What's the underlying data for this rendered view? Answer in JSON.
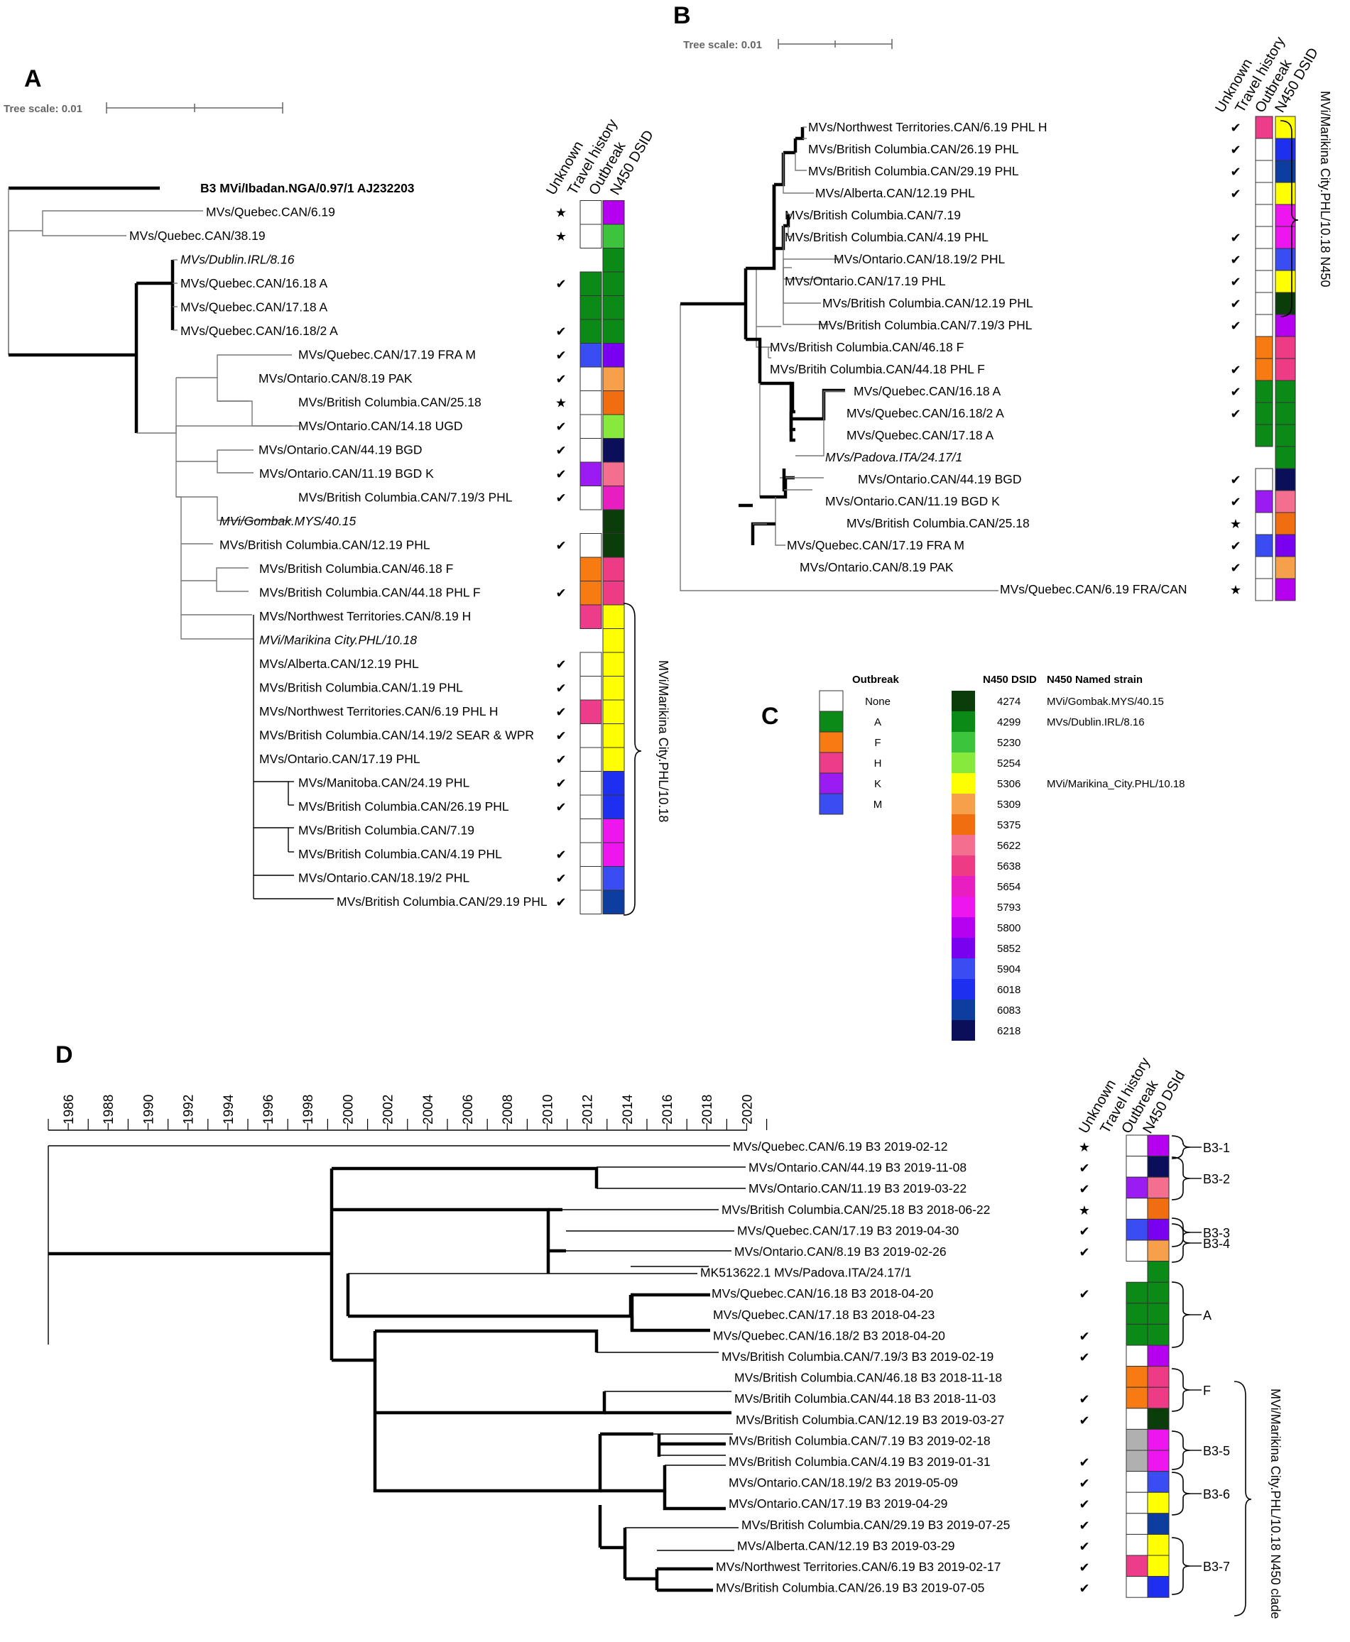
{
  "colors": {
    "none": "#ffffff",
    "A": "#0b8a17",
    "F": "#f77a12",
    "H": "#ec3c8a",
    "K": "#9b1cf2",
    "M": "#3a4df2",
    "grey": "#b0b0b0",
    "d4274": "#0a3d0a",
    "d4299": "#0b8a17",
    "d5230": "#3cc43c",
    "d5254": "#86e93c",
    "d5306": "#ffff00",
    "d5309": "#f6a04b",
    "d5375": "#f06d10",
    "d5622": "#f46f8f",
    "d5638": "#ee3b86",
    "d5654": "#e81ec0",
    "d5793": "#ee16ee",
    "d5800": "#b600f0",
    "d5852": "#7a00f0",
    "d5904": "#3a4df2",
    "d6018": "#1f2ff0",
    "d6083": "#0d3d9f",
    "d6218": "#0b0f5a"
  },
  "panelA": {
    "letter": "A",
    "scale_label": "Tree scale: 0.01",
    "col_headers": [
      "Unknown",
      "Travel history",
      "Outbreak",
      "N450 DSID"
    ],
    "clade_label": "MVi/Marikina City.PHL/10.18",
    "leaves": [
      {
        "label": "B3 MVi/Ibadan.NGA/0.97/1 AJ232203",
        "bold": true,
        "mark": "",
        "outbreak": "",
        "dsid": ""
      },
      {
        "label": "MVs/Quebec.CAN/6.19",
        "mark": "star",
        "outbreak": "none",
        "dsid": "d5800"
      },
      {
        "label": "MVs/Quebec.CAN/38.19",
        "mark": "star",
        "outbreak": "none",
        "dsid": "d5230"
      },
      {
        "label": "MVs/Dublin.IRL/8.16",
        "italic": true,
        "mark": "",
        "outbreak": "",
        "dsid": "d4299"
      },
      {
        "label": "MVs/Quebec.CAN/16.18 A",
        "mark": "check",
        "outbreak": "A",
        "dsid": "d4299"
      },
      {
        "label": "MVs/Quebec.CAN/17.18 A",
        "mark": "",
        "outbreak": "A",
        "dsid": "d4299"
      },
      {
        "label": "MVs/Quebec.CAN/16.18/2 A",
        "mark": "check",
        "outbreak": "A",
        "dsid": "d4299"
      },
      {
        "label": "MVs/Quebec.CAN/17.19 FRA M",
        "mark": "check",
        "outbreak": "M",
        "dsid": "d5852"
      },
      {
        "label": "MVs/Ontario.CAN/8.19 PAK",
        "mark": "check",
        "outbreak": "none",
        "dsid": "d5309"
      },
      {
        "label": "MVs/British Columbia.CAN/25.18",
        "mark": "star",
        "outbreak": "none",
        "dsid": "d5375"
      },
      {
        "label": "MVs/Ontario.CAN/14.18 UGD",
        "mark": "check",
        "outbreak": "none",
        "dsid": "d5254"
      },
      {
        "label": "MVs/Ontario.CAN/44.19 BGD",
        "mark": "check",
        "outbreak": "none",
        "dsid": "d6218"
      },
      {
        "label": "MVs/Ontario.CAN/11.19 BGD K",
        "mark": "check",
        "outbreak": "K",
        "dsid": "d5622"
      },
      {
        "label": "MVs/British Columbia.CAN/7.19/3 PHL",
        "mark": "check",
        "outbreak": "none",
        "dsid": "d5654"
      },
      {
        "label": "MVi/Gombak.MYS/40.15",
        "italic": true,
        "mark": "",
        "outbreak": "",
        "dsid": "d4274"
      },
      {
        "label": "MVs/British Columbia.CAN/12.19 PHL",
        "mark": "check",
        "outbreak": "none",
        "dsid": "d4274"
      },
      {
        "label": "MVs/British Columbia.CAN/46.18 F",
        "mark": "",
        "outbreak": "F",
        "dsid": "d5638"
      },
      {
        "label": "MVs/British Columbia.CAN/44.18 PHL F",
        "mark": "check",
        "outbreak": "F",
        "dsid": "d5638"
      },
      {
        "label": "MVs/Northwest Territories.CAN/8.19 H",
        "mark": "",
        "outbreak": "H",
        "dsid": "d5306"
      },
      {
        "label": "MVi/Marikina City.PHL/10.18",
        "italic": true,
        "mark": "",
        "outbreak": "",
        "dsid": "d5306"
      },
      {
        "label": "MVs/Alberta.CAN/12.19 PHL",
        "mark": "check",
        "outbreak": "none",
        "dsid": "d5306"
      },
      {
        "label": "MVs/British Columbia.CAN/1.19 PHL",
        "mark": "check",
        "outbreak": "none",
        "dsid": "d5306"
      },
      {
        "label": "MVs/Northwest Territories.CAN/6.19 PHL H",
        "mark": "check",
        "outbreak": "H",
        "dsid": "d5306"
      },
      {
        "label": "MVs/British Columbia.CAN/14.19/2 SEAR & WPR",
        "mark": "check",
        "outbreak": "none",
        "dsid": "d5306"
      },
      {
        "label": "MVs/Ontario.CAN/17.19 PHL",
        "mark": "check",
        "outbreak": "none",
        "dsid": "d5306"
      },
      {
        "label": "MVs/Manitoba.CAN/24.19 PHL",
        "mark": "check",
        "outbreak": "none",
        "dsid": "d6018"
      },
      {
        "label": "MVs/British Columbia.CAN/26.19 PHL",
        "mark": "check",
        "outbreak": "none",
        "dsid": "d6018"
      },
      {
        "label": "MVs/British Columbia.CAN/7.19",
        "mark": "",
        "outbreak": "none",
        "dsid": "d5793"
      },
      {
        "label": "MVs/British Columbia.CAN/4.19 PHL",
        "mark": "check",
        "outbreak": "none",
        "dsid": "d5793"
      },
      {
        "label": "MVs/Ontario.CAN/18.19/2 PHL",
        "mark": "check",
        "outbreak": "none",
        "dsid": "d5904"
      },
      {
        "label": "MVs/British Columbia.CAN/29.19 PHL",
        "mark": "check",
        "outbreak": "none",
        "dsid": "d6083"
      }
    ]
  },
  "panelB": {
    "letter": "B",
    "scale_label": "Tree scale: 0.01",
    "col_headers": [
      "Unknown",
      "Travel history",
      "Outbreak",
      "N450 DSID"
    ],
    "clade_label": "MVi/Marikina City.PHL/10.18 N450",
    "leaves": [
      {
        "label": "MVs/Northwest Territories.CAN/6.19 PHL H",
        "mark": "check",
        "outbreak": "H",
        "dsid": "d5306"
      },
      {
        "label": "MVs/British Columbia.CAN/26.19 PHL",
        "mark": "check",
        "outbreak": "none",
        "dsid": "d6018"
      },
      {
        "label": "MVs/British Columbia.CAN/29.19 PHL",
        "mark": "check",
        "outbreak": "none",
        "dsid": "d6083"
      },
      {
        "label": "MVs/Alberta.CAN/12.19 PHL",
        "mark": "check",
        "outbreak": "none",
        "dsid": "d5306"
      },
      {
        "label": "MVs/British Columbia.CAN/7.19",
        "mark": "",
        "outbreak": "none",
        "dsid": "d5793"
      },
      {
        "label": "MVs/British Columbia.CAN/4.19 PHL",
        "mark": "check",
        "outbreak": "none",
        "dsid": "d5793"
      },
      {
        "label": "MVs/Ontario.CAN/18.19/2 PHL",
        "mark": "check",
        "outbreak": "none",
        "dsid": "d5904"
      },
      {
        "label": "MVs/Ontario.CAN/17.19 PHL",
        "mark": "check",
        "outbreak": "none",
        "dsid": "d5306"
      },
      {
        "label": "MVs/British Columbia.CAN/12.19 PHL",
        "mark": "check",
        "outbreak": "none",
        "dsid": "d4274"
      },
      {
        "label": "MVs/British Columbia.CAN/7.19/3 PHL",
        "mark": "check",
        "outbreak": "none",
        "dsid": "d5800"
      },
      {
        "label": "MVs/British Columbia.CAN/46.18 F",
        "mark": "",
        "outbreak": "F",
        "dsid": "d5638"
      },
      {
        "label": "MVs/Britih Columbia.CAN/44.18 PHL F",
        "mark": "check",
        "outbreak": "F",
        "dsid": "d5638"
      },
      {
        "label": "MVs/Quebec.CAN/16.18 A",
        "mark": "check",
        "outbreak": "A",
        "dsid": "d4299"
      },
      {
        "label": "MVs/Quebec.CAN/16.18/2 A",
        "mark": "check",
        "outbreak": "A",
        "dsid": "d4299"
      },
      {
        "label": "MVs/Quebec.CAN/17.18 A",
        "mark": "",
        "outbreak": "A",
        "dsid": "d4299"
      },
      {
        "label": "MVs/Padova.ITA/24.17/1",
        "italic": true,
        "mark": "",
        "outbreak": "",
        "dsid": "d4299"
      },
      {
        "label": "MVs/Ontario.CAN/44.19 BGD",
        "mark": "check",
        "outbreak": "none",
        "dsid": "d6218"
      },
      {
        "label": "MVs/Ontario.CAN/11.19 BGD K",
        "mark": "check",
        "outbreak": "K",
        "dsid": "d5622"
      },
      {
        "label": "MVs/British Columbia.CAN/25.18",
        "mark": "star",
        "outbreak": "none",
        "dsid": "d5375"
      },
      {
        "label": "MVs/Quebec.CAN/17.19 FRA M",
        "mark": "check",
        "outbreak": "M",
        "dsid": "d5852"
      },
      {
        "label": "MVs/Ontario.CAN/8.19 PAK",
        "mark": "check",
        "outbreak": "none",
        "dsid": "d5309"
      },
      {
        "label": "MVs/Quebec.CAN/6.19 FRA/CAN",
        "mark": "star",
        "outbreak": "none",
        "dsid": "d5800"
      }
    ]
  },
  "panelC": {
    "letter": "C",
    "outbreak_header": "Outbreak",
    "dsid_header": "N450 DSID",
    "strain_header": "N450 Named strain",
    "outbreaks": [
      {
        "label": "None",
        "color": "none"
      },
      {
        "label": "A",
        "color": "A"
      },
      {
        "label": "F",
        "color": "F"
      },
      {
        "label": "H",
        "color": "H"
      },
      {
        "label": "K",
        "color": "K"
      },
      {
        "label": "M",
        "color": "M"
      }
    ],
    "dsids": [
      {
        "id": "4274",
        "color": "d4274",
        "strain": "MVi/Gombak.MYS/40.15"
      },
      {
        "id": "4299",
        "color": "d4299",
        "strain": "MVs/Dublin.IRL/8.16"
      },
      {
        "id": "5230",
        "color": "d5230",
        "strain": ""
      },
      {
        "id": "5254",
        "color": "d5254",
        "strain": ""
      },
      {
        "id": "5306",
        "color": "d5306",
        "strain": "MVi/Marikina_City.PHL/10.18"
      },
      {
        "id": "5309",
        "color": "d5309",
        "strain": ""
      },
      {
        "id": "5375",
        "color": "d5375",
        "strain": ""
      },
      {
        "id": "5622",
        "color": "d5622",
        "strain": ""
      },
      {
        "id": "5638",
        "color": "d5638",
        "strain": ""
      },
      {
        "id": "5654",
        "color": "d5654",
        "strain": ""
      },
      {
        "id": "5793",
        "color": "d5793",
        "strain": ""
      },
      {
        "id": "5800",
        "color": "d5800",
        "strain": ""
      },
      {
        "id": "5852",
        "color": "d5852",
        "strain": ""
      },
      {
        "id": "5904",
        "color": "d5904",
        "strain": ""
      },
      {
        "id": "6018",
        "color": "d6018",
        "strain": ""
      },
      {
        "id": "6083",
        "color": "d6083",
        "strain": ""
      },
      {
        "id": "6218",
        "color": "d6218",
        "strain": ""
      }
    ]
  },
  "panelD": {
    "letter": "D",
    "axis_years": [
      "1986",
      "1988",
      "1990",
      "1992",
      "1994",
      "1996",
      "1998",
      "2000",
      "2002",
      "2004",
      "2006",
      "2008",
      "2010",
      "2012",
      "2014",
      "2016",
      "2018",
      "2020"
    ],
    "col_headers": [
      "Unknown",
      "Travel history",
      "Outbreak",
      "N450 DSId"
    ],
    "clade_label": "MVi/Marikina City.PHL/10.18 N450 clade",
    "groups": [
      "B3-1",
      "B3-2",
      "B3-3",
      "B3-4",
      "A",
      "F",
      "B3-5",
      "B3-6",
      "B3-7"
    ],
    "leaves": [
      {
        "label": "MVs/Quebec.CAN/6.19 B3 2019-02-12",
        "mark": "star",
        "outbreak": "none",
        "dsid": "d5800"
      },
      {
        "label": "MVs/Ontario.CAN/44.19 B3 2019-11-08",
        "mark": "check",
        "outbreak": "none",
        "dsid": "d6218"
      },
      {
        "label": "MVs/Ontario.CAN/11.19 B3 2019-03-22",
        "mark": "check",
        "outbreak": "K",
        "dsid": "d5622"
      },
      {
        "label": "MVs/British Columbia.CAN/25.18 B3 2018-06-22",
        "mark": "star",
        "outbreak": "none",
        "dsid": "d5375"
      },
      {
        "label": "MVs/Quebec.CAN/17.19 B3 2019-04-30",
        "mark": "check",
        "outbreak": "M",
        "dsid": "d5852"
      },
      {
        "label": "MVs/Ontario.CAN/8.19 B3 2019-02-26",
        "mark": "check",
        "outbreak": "none",
        "dsid": "d5309"
      },
      {
        "label": "MK513622.1 MVs/Padova.ITA/24.17/1",
        "mark": "",
        "outbreak": "",
        "dsid": "d4299"
      },
      {
        "label": "MVs/Quebec.CAN/16.18 B3 2018-04-20",
        "mark": "check",
        "outbreak": "A",
        "dsid": "d4299"
      },
      {
        "label": "MVs/Quebec.CAN/17.18 B3 2018-04-23",
        "mark": "",
        "outbreak": "A",
        "dsid": "d4299"
      },
      {
        "label": "MVs/Quebec.CAN/16.18/2 B3 2018-04-20",
        "mark": "check",
        "outbreak": "A",
        "dsid": "d4299"
      },
      {
        "label": "MVs/British Columbia.CAN/7.19/3 B3 2019-02-19",
        "mark": "check",
        "outbreak": "none",
        "dsid": "d5800"
      },
      {
        "label": "MVs/British Columbia.CAN/46.18 B3 2018-11-18",
        "mark": "",
        "outbreak": "F",
        "dsid": "d5638"
      },
      {
        "label": "MVs/Britih Columbia.CAN/44.18 B3 2018-11-03",
        "mark": "check",
        "outbreak": "F",
        "dsid": "d5638"
      },
      {
        "label": "MVs/British Columbia.CAN/12.19 B3 2019-03-27",
        "mark": "check",
        "outbreak": "none",
        "dsid": "d4274"
      },
      {
        "label": "MVs/British Columbia.CAN/7.19 B3 2019-02-18",
        "mark": "",
        "outbreak": "grey",
        "dsid": "d5793"
      },
      {
        "label": "MVs/British Columbia.CAN/4.19 B3 2019-01-31",
        "mark": "check",
        "outbreak": "grey",
        "dsid": "d5793"
      },
      {
        "label": "MVs/Ontario.CAN/18.19/2 B3 2019-05-09",
        "mark": "check",
        "outbreak": "none",
        "dsid": "d5904"
      },
      {
        "label": "MVs/Ontario.CAN/17.19 B3 2019-04-29",
        "mark": "check",
        "outbreak": "none",
        "dsid": "d5306"
      },
      {
        "label": "MVs/British Columbia.CAN/29.19 B3 2019-07-25",
        "mark": "check",
        "outbreak": "none",
        "dsid": "d6083"
      },
      {
        "label": "MVs/Alberta.CAN/12.19 B3 2019-03-29",
        "mark": "check",
        "outbreak": "none",
        "dsid": "d5306"
      },
      {
        "label": "MVs/Northwest Territories.CAN/6.19 B3 2019-02-17",
        "mark": "check",
        "outbreak": "H",
        "dsid": "d5306"
      },
      {
        "label": "MVs/British Columbia.CAN/26.19 B3 2019-07-05",
        "mark": "check",
        "outbreak": "none",
        "dsid": "d6018"
      }
    ]
  }
}
